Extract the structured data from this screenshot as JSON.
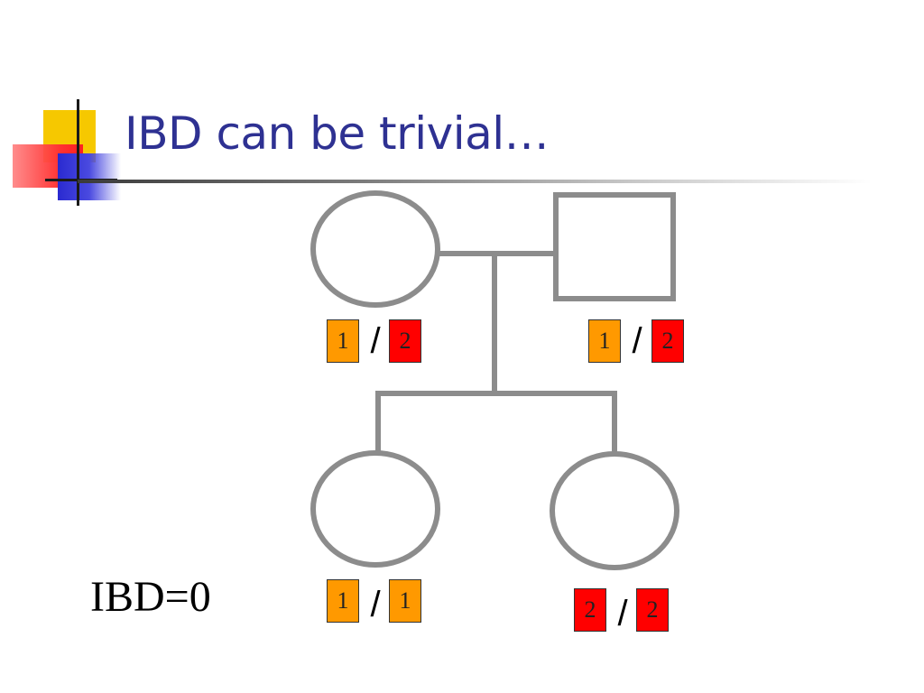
{
  "slide": {
    "title": "IBD can be trivial…",
    "ibd_label": "IBD=0"
  },
  "colors": {
    "title": "#2e3192",
    "allele_1_fill": "#ff9900",
    "allele_2_fill": "#ff0000",
    "pedigree_stroke": "#8c8c8c"
  },
  "pedigree": {
    "separator": "/",
    "mother": {
      "shape": "circle",
      "alleles": [
        "1",
        "2"
      ]
    },
    "father": {
      "shape": "square",
      "alleles": [
        "1",
        "2"
      ]
    },
    "daughter_1": {
      "shape": "circle",
      "alleles": [
        "1",
        "1"
      ]
    },
    "daughter_2": {
      "shape": "circle",
      "alleles": [
        "2",
        "2"
      ]
    }
  }
}
